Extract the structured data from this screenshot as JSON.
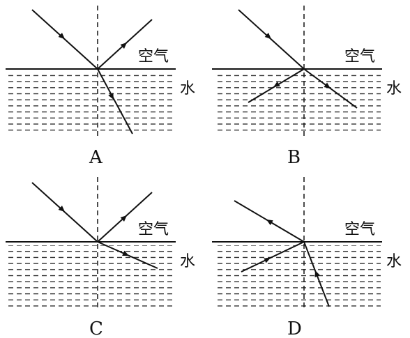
{
  "panels": [
    {
      "caption": "A",
      "air": "空气",
      "water": "水"
    },
    {
      "caption": "B",
      "air": "空气",
      "water": "水"
    },
    {
      "caption": "C",
      "air": "空气",
      "water": "水"
    },
    {
      "caption": "D",
      "air": "空气",
      "water": "水"
    }
  ]
}
